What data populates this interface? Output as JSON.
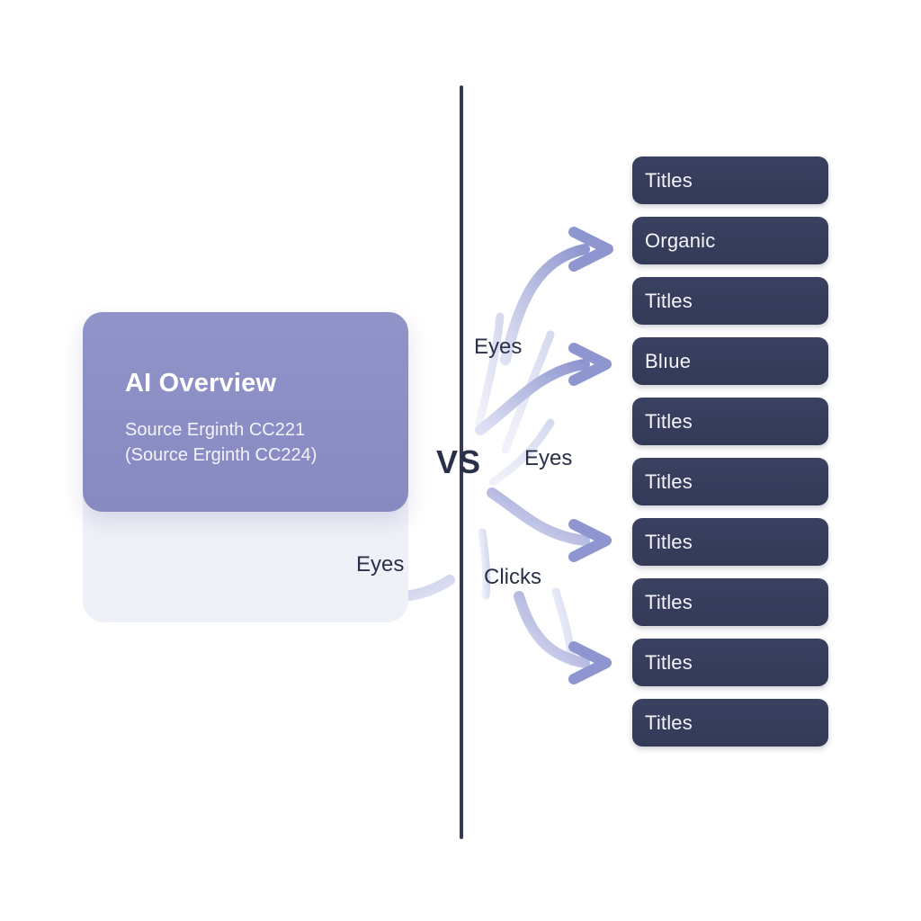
{
  "diagram": {
    "title_vs": "VS",
    "left_card": {
      "heading": "AI Overview",
      "subtext": "Source Erginth CC221\n(Source Erginth CC224)"
    },
    "flow_labels": {
      "eyes_top": "Eyes",
      "eyes_mid": "Eyes",
      "eyes_low": "Eyes",
      "clicks": "Clicks"
    },
    "results_list": [
      {
        "label": "Titles"
      },
      {
        "label": "Organic"
      },
      {
        "label": "Titles"
      },
      {
        "label": "Blıue"
      },
      {
        "label": "Titles"
      },
      {
        "label": "Titles"
      },
      {
        "label": "Titles"
      },
      {
        "label": "Titles"
      },
      {
        "label": "Titles"
      },
      {
        "label": "Titles"
      }
    ],
    "colors": {
      "background": "#ffffff",
      "ai_card": "#8a8ec4",
      "ghost_card": "#eff1f8",
      "pill": "#363c5c",
      "divider": "#333a52",
      "text_dark": "#2b3049",
      "arrow": "#a8adda"
    },
    "icons": {
      "arrow_to_organic": "curved-arrow-right-icon",
      "arrow_to_blue": "curved-arrow-right-icon",
      "arrow_to_mid_titles": "curved-arrow-right-icon",
      "arrow_to_lower_titles": "curved-arrow-right-icon",
      "arrow_to_ai_card": "curved-arrow-left-up-icon"
    }
  }
}
